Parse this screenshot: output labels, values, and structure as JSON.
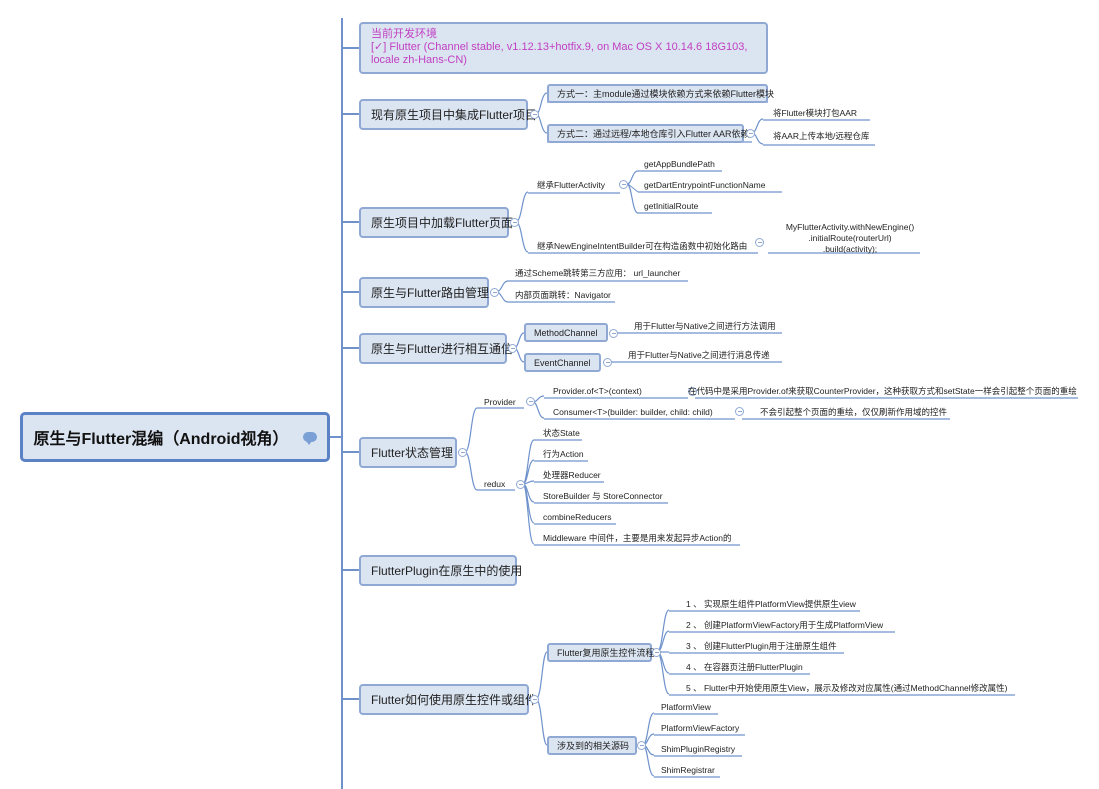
{
  "root": {
    "title": "原生与Flutter混编（Android视角）",
    "comment_icon": "speech-bubble-icon"
  },
  "env": {
    "line1": "当前开发环境",
    "line2": "[✓] Flutter (Channel stable, v1.12.13+hotfix.9, on Mac OS X 10.14.6 18G103,",
    "line3": "locale zh-Hans-CN)"
  },
  "topics": {
    "integrate": {
      "title": "现有原生项目中集成Flutter项目",
      "way1": "方式一：主module通过模块依赖方式来依赖Flutter模块",
      "way2": "方式二：通过远程/本地仓库引入Flutter AAR依赖",
      "aar1": "将Flutter模块打包AAR",
      "aar2": "将AAR上传本地/远程仓库"
    },
    "load": {
      "title": "原生项目中加载Flutter页面",
      "inherit": "继承FlutterActivity",
      "m1": "getAppBundlePath",
      "m2": "getDartEntrypointFunctionName",
      "m3": "getInitialRoute",
      "builder": "继承NewEngineIntentBuilder可在构造函数中初始化路由",
      "code1": "MyFlutterActivity.withNewEngine()",
      "code2": ".initialRoute(routerUrl)",
      "code3": ".build(activity);"
    },
    "route": {
      "title": "原生与Flutter路由管理",
      "r1": "通过Scheme跳转第三方应用： url_launcher",
      "r2": "内部页面跳转：Navigator"
    },
    "comm": {
      "title": "原生与Flutter进行相互通信",
      "method": "MethodChannel",
      "method_desc": "用于Flutter与Native之间进行方法调用",
      "event": "EventChannel",
      "event_desc": "用于Flutter与Native之间进行消息传递"
    },
    "state": {
      "title": "Flutter状态管理",
      "provider": "Provider",
      "p1": "Provider.of<T>(context)",
      "p1_desc": "在代码中是采用Provider.of来获取CounterProvider，这种获取方式和setState一样会引起整个页面的重绘",
      "p2": "Consumer<T>(builder: builder, child: child)",
      "p2_desc": "不会引起整个页面的重绘，仅仅刷新作用域的控件",
      "redux": "redux",
      "x1": "状态State",
      "x2": "行为Action",
      "x3": "处理器Reducer",
      "x4": "StoreBuilder 与 StoreConnector",
      "x5": "combineReducers",
      "x6": "Middleware 中间件，主要是用来发起异步Action的"
    },
    "plugin": {
      "title": "FlutterPlugin在原生中的使用"
    },
    "native": {
      "title": "Flutter如何使用原生控件或组件",
      "flow": "Flutter复用原生控件流程",
      "s1": "1 、  实现原生组件PlatformView提供原生view",
      "s2": "2 、  创建PlatformViewFactory用于生成PlatformView",
      "s3": "3 、  创建FlutterPlugin用于注册原生组件",
      "s4": "4 、  在容器页注册FlutterPlugin",
      "s5": "5 、  Flutter中开始使用原生View，展示及修改对应属性(通过MethodChannel修改属性)",
      "src": "涉及到的相关源码",
      "c1": "PlatformView",
      "c2": "PlatformViewFactory",
      "c3": "ShimPluginRegistry",
      "c4": "ShimRegistrar"
    }
  },
  "colors": {
    "accent": "#5b82c4",
    "node_fill": "#dbe4f1",
    "env_text": "#c23fc2"
  }
}
